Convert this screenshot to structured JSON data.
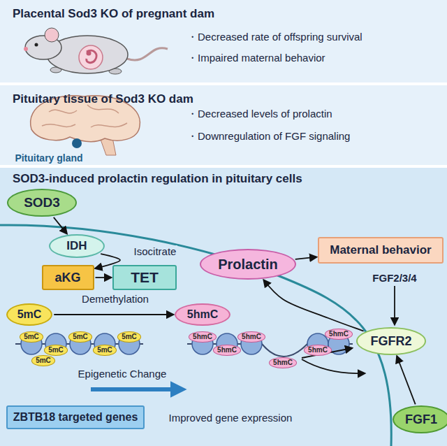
{
  "diagram": {
    "nodes": [
      {
        "text": [
          "Placental Sod3 KO of pregnant dam",
          "・Decreased rate of offspring survival",
          "・Impaired maternal behavior"
        ]
      },
      {
        "text": [
          "Pituitary tissue of Sod3 KO dam",
          "・Decreased levels of prolactin",
          "・Downregulation of FGF signaling"
        ]
      },
      {
        "text": [
          "SOD3-induced prolactin regulation in pituitary cells"
        ]
      },
      {
        "text": [
          "SOD3"
        ],
        "in": 2
      },
      {
        "text": [
          "IDH"
        ],
        "in": 2
      },
      {
        "text": [
          "aKG"
        ],
        "in": 2
      },
      {
        "text": [
          "TET"
        ],
        "in": 2
      },
      {
        "text": [
          "5mC"
        ],
        "in": 2
      },
      {
        "text": [
          "5hmC"
        ],
        "in": 2
      },
      {
        "text": [
          "ZBTB18 targeted genes"
        ],
        "in": 2
      },
      {
        "text": [
          "Prolactin"
        ],
        "in": 2
      },
      {
        "text": [
          "Maternal behavior"
        ],
        "in": 2
      },
      {
        "text": [
          "FGFR2"
        ],
        "in": 2
      },
      {
        "text": [
          "FGF1"
        ],
        "in": 2
      }
    ],
    "edges": [
      {
        "from": 3,
        "to": 4,
        "arrow": "to"
      },
      {
        "from": 4,
        "to": 5,
        "label": "Isocitrate",
        "arrow": "to"
      },
      {
        "from": 5,
        "to": 6,
        "arrow": "to"
      },
      {
        "from": 7,
        "to": 8,
        "label": "Demethylation",
        "arrow": "to"
      },
      {
        "from": 10,
        "to": 11,
        "arrow": "to"
      },
      {
        "from": 12,
        "to": 10,
        "arrow": "to"
      },
      {
        "from": 13,
        "to": 12,
        "arrow": "to"
      }
    ],
    "labels": [
      "Pituitary gland",
      "FGF2/3/4",
      "Epigenetic Change",
      "Improved gene expression",
      "5mC",
      "5mC",
      "5mC",
      "5mC",
      "5mC",
      "5mC",
      "5hmC",
      "5hmC",
      "5hmC",
      "5hmC",
      "5hmC",
      "5hmC"
    ]
  }
}
